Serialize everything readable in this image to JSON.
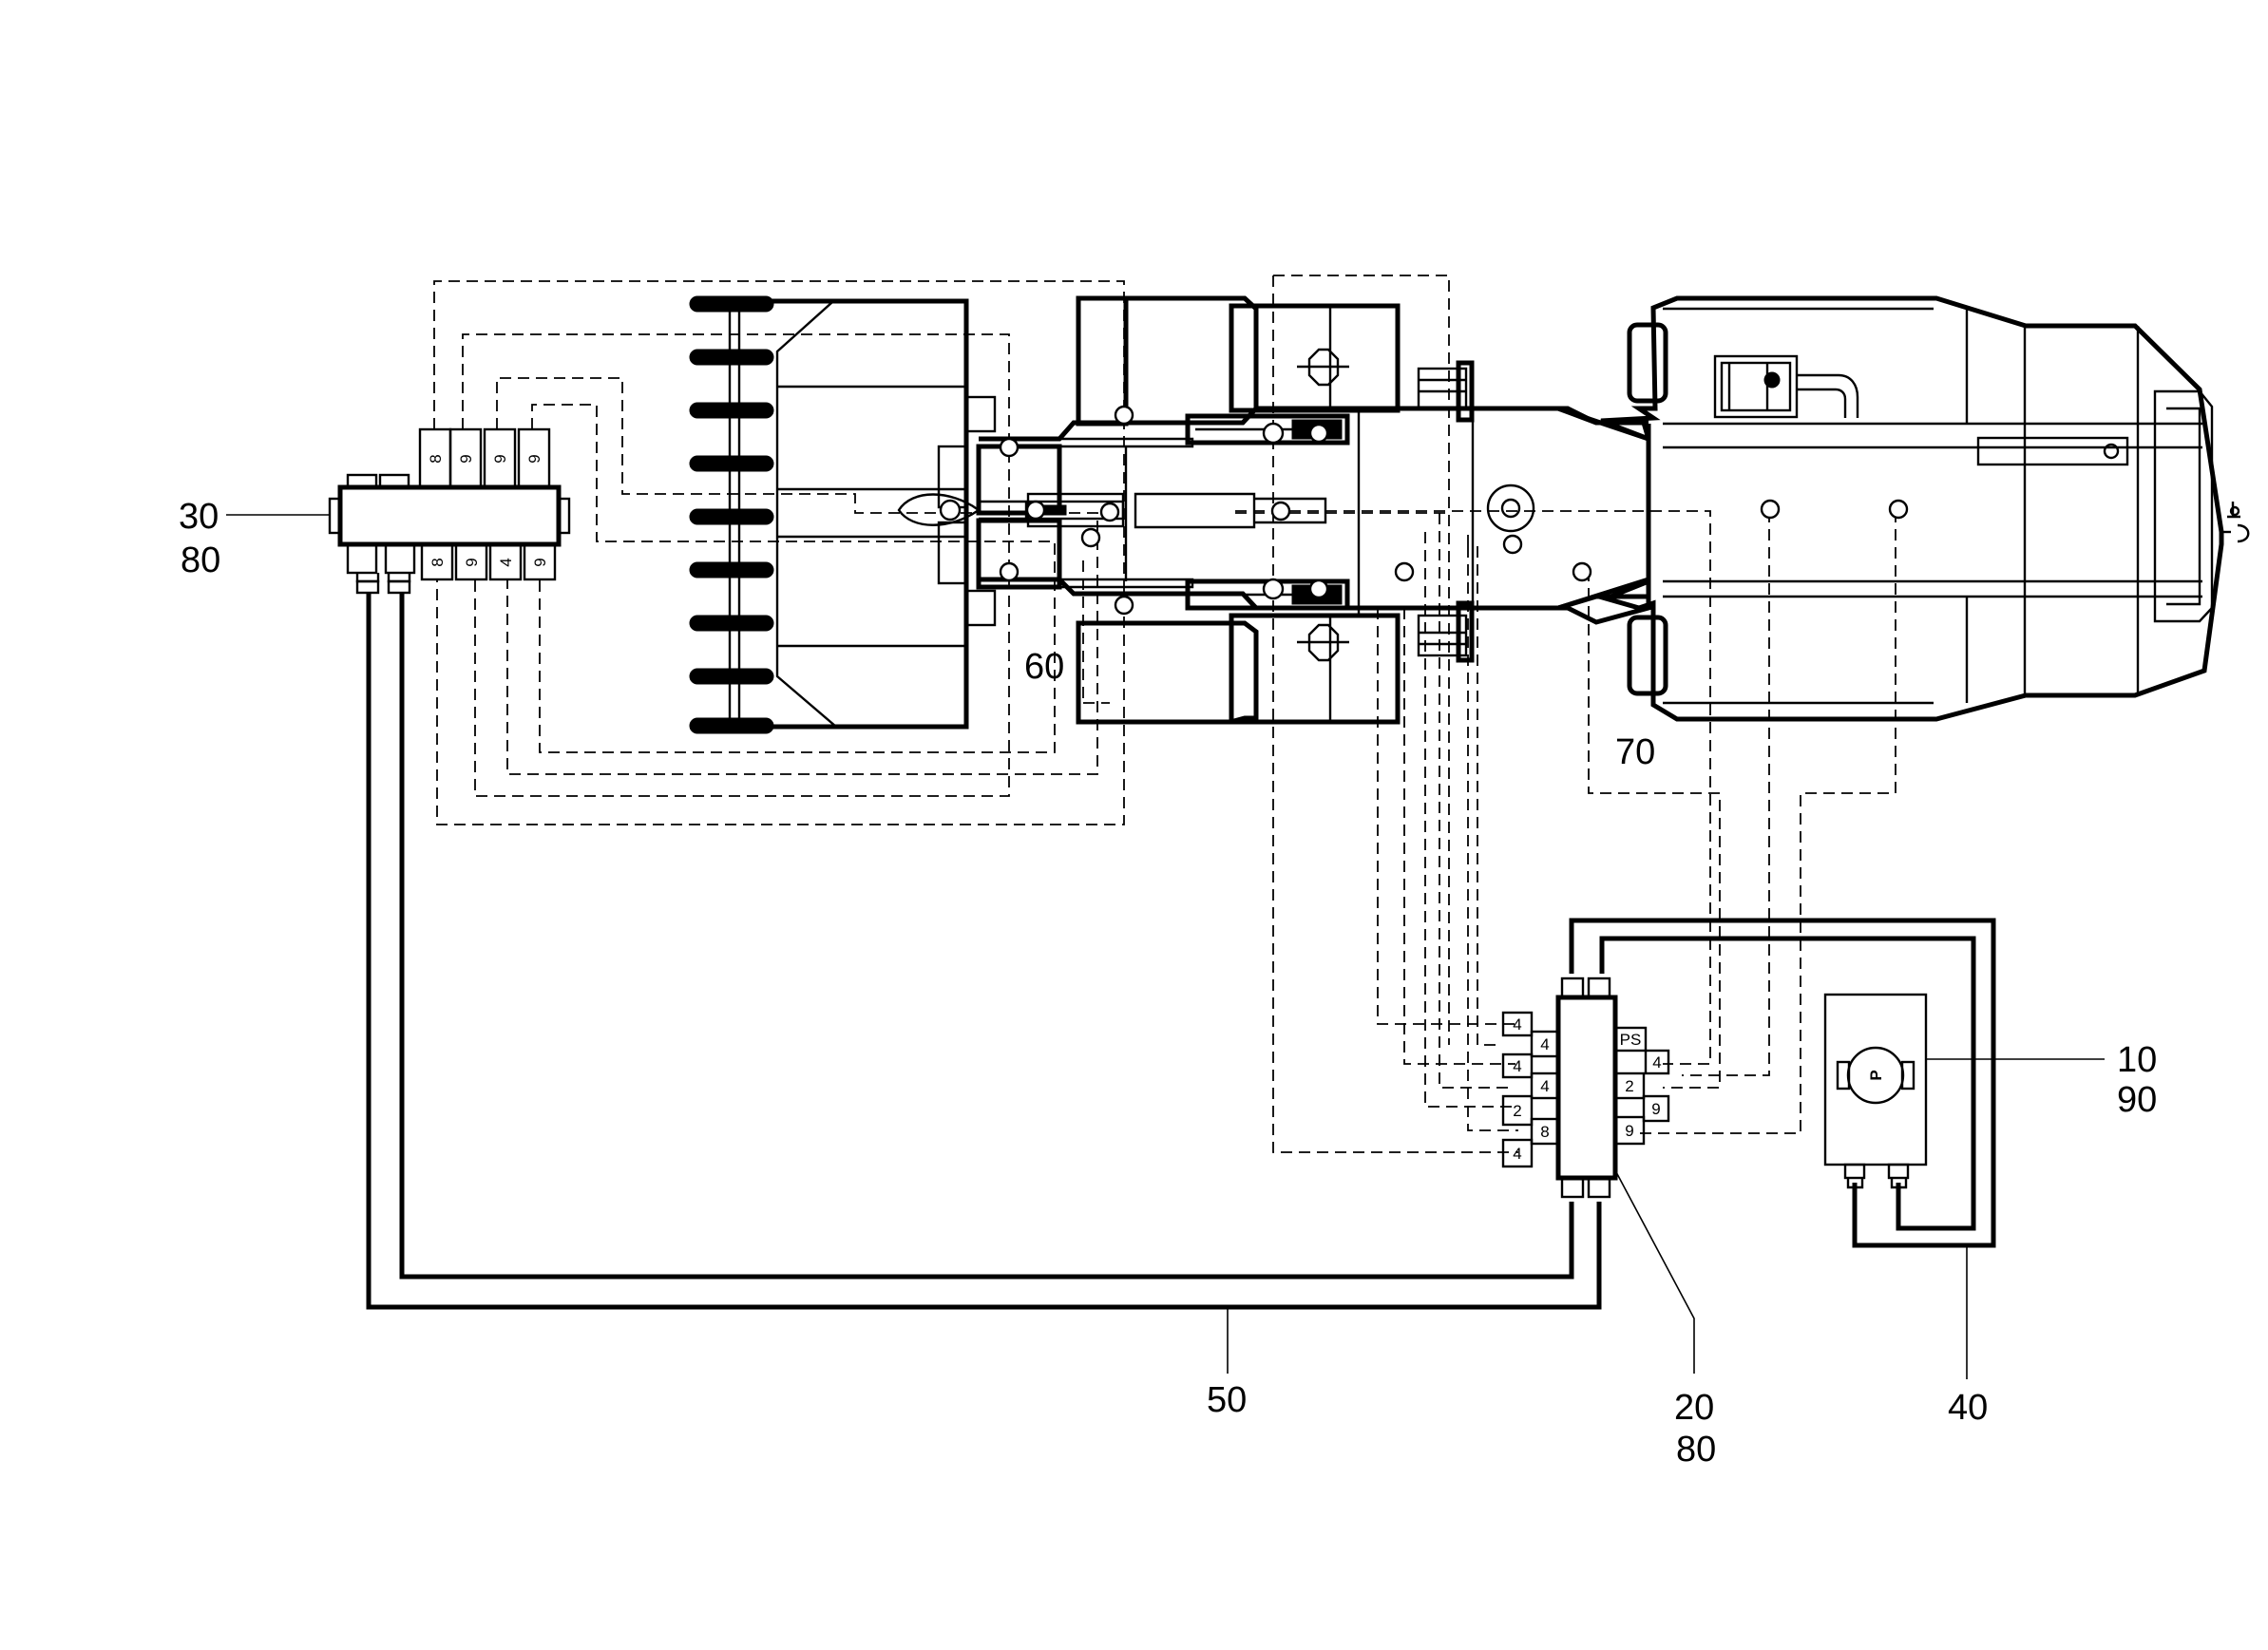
{
  "diagram": {
    "callouts": {
      "c30": "30",
      "c80_left": "80",
      "c60": "60",
      "c70": "70",
      "c10": "10",
      "c90": "90",
      "c50": "50",
      "c20": "20",
      "c80_right": "80",
      "c40": "40"
    },
    "left_block": {
      "top_ports": [
        "8",
        "9",
        "9",
        "9"
      ],
      "bottom_ports": [
        "8",
        "9",
        "4",
        "9"
      ]
    },
    "right_block": {
      "left_ports": [
        "4",
        "4",
        "4",
        "4",
        "2",
        "8",
        "4"
      ],
      "right_ports": [
        "PS",
        "4",
        "2",
        "9",
        "9"
      ]
    },
    "pump_label": "P"
  }
}
